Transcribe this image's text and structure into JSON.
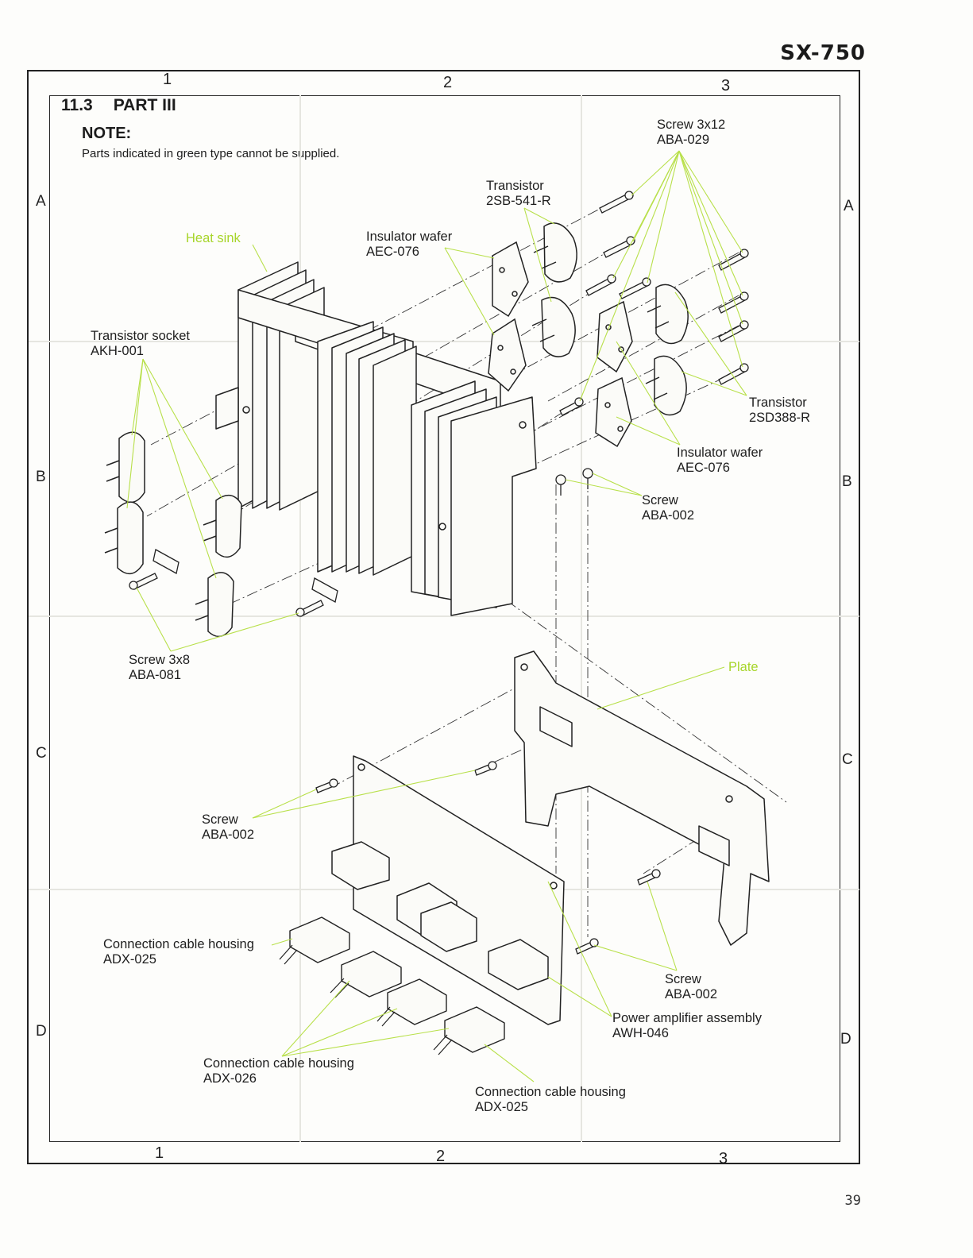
{
  "page": {
    "model": "SX-750",
    "page_number": "39"
  },
  "grid": {
    "columns_top": [
      "1",
      "2",
      "3"
    ],
    "columns_bottom": [
      "1",
      "2",
      "3"
    ],
    "rows_left": [
      "A",
      "B",
      "C",
      "D"
    ],
    "rows_right": [
      "A",
      "B",
      "C",
      "D"
    ]
  },
  "section": {
    "number": "11.3",
    "title": "PART III",
    "note_label": "NOTE:",
    "note_text": "Parts indicated in green type cannot be supplied."
  },
  "colors": {
    "leader_lines": "#b8e04a",
    "unsuppliable_text": "#a7d52a",
    "line_art": "#222222"
  },
  "labels": {
    "screw_3x12": {
      "name": "Screw 3x12",
      "part": "ABA-029"
    },
    "transistor_2sb": {
      "name": "Transistor",
      "part": "2SB-541-R"
    },
    "insulator_top": {
      "name": "Insulator wafer",
      "part": "AEC-076"
    },
    "heat_sink": {
      "name": "Heat sink"
    },
    "transistor_socket": {
      "name": "Transistor socket",
      "part": "AKH-001"
    },
    "transistor_2sd": {
      "name": "Transistor",
      "part": "2SD388-R"
    },
    "insulator_bottom": {
      "name": "Insulator wafer",
      "part": "AEC-076"
    },
    "screw_b": {
      "name": "Screw",
      "part": "ABA-002"
    },
    "screw_3x8": {
      "name": "Screw 3x8",
      "part": "ABA-081"
    },
    "plate": {
      "name": "Plate"
    },
    "screw_c": {
      "name": "Screw",
      "part": "ABA-002"
    },
    "screw_d": {
      "name": "Screw",
      "part": "ABA-002"
    },
    "cable_housing_025_left": {
      "name": "Connection cable housing",
      "part": "ADX-025"
    },
    "power_amp": {
      "name": "Power amplifier assembly",
      "part": "AWH-046"
    },
    "cable_housing_026": {
      "name": "Connection cable housing",
      "part": "ADX-026"
    },
    "cable_housing_025_bottom": {
      "name": "Connection cable housing",
      "part": "ADX-025"
    }
  }
}
